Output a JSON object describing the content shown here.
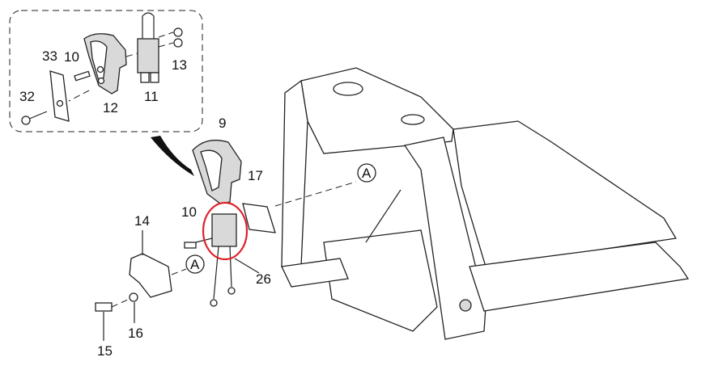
{
  "diagram": {
    "callouts": {
      "inset_33": "33",
      "inset_10": "10",
      "inset_32": "32",
      "inset_12": "12",
      "inset_11": "11",
      "inset_13": "13",
      "handle_9": "9",
      "plate_17": "17",
      "ref_a_frame": "A",
      "bolt_10": "10",
      "bracket_14": "14",
      "ref_a_bracket": "A",
      "cable_26": "26",
      "washer_16": "16",
      "screw_15": "15"
    },
    "highlight_color": "#e0202a"
  }
}
